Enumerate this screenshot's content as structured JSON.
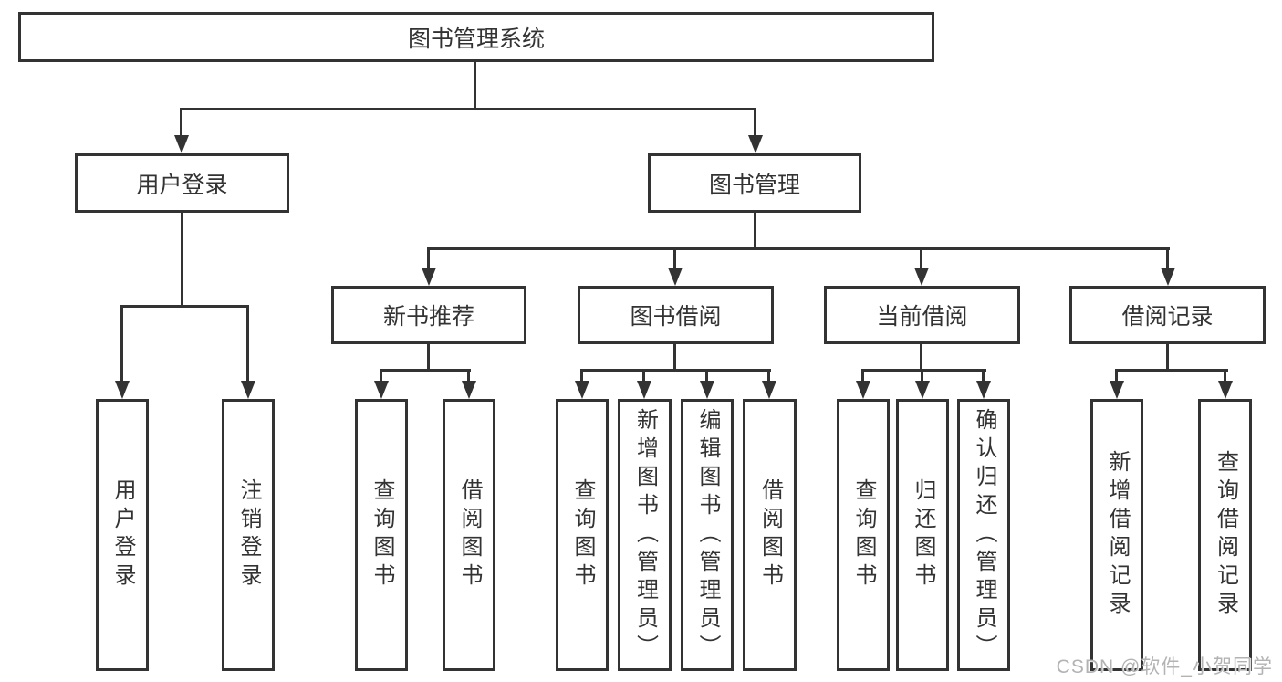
{
  "diagram": {
    "title_node": "图书管理系统",
    "root": {
      "label": "图书管理系统",
      "children": [
        {
          "label": "用户登录",
          "children": [
            {
              "label": "用户登录"
            },
            {
              "label": "注销登录"
            }
          ]
        },
        {
          "label": "图书管理",
          "children": [
            {
              "label": "新书推荐",
              "children": [
                {
                  "label": "查询图书"
                },
                {
                  "label": "借阅图书"
                }
              ]
            },
            {
              "label": "图书借阅",
              "children": [
                {
                  "label": "查询图书"
                },
                {
                  "label": "新增图书（管理员）"
                },
                {
                  "label": "编辑图书（管理员）"
                },
                {
                  "label": "借阅图书"
                }
              ]
            },
            {
              "label": "当前借阅",
              "children": [
                {
                  "label": "查询图书"
                },
                {
                  "label": "归还图书"
                },
                {
                  "label": "确认归还（管理员）"
                }
              ]
            },
            {
              "label": "借阅记录",
              "children": [
                {
                  "label": "新增借阅记录"
                },
                {
                  "label": "查询借阅记录"
                }
              ]
            }
          ]
        }
      ]
    },
    "watermark": "CSDN @软件_小贺同学",
    "colors": {
      "line": "#333333",
      "text": "#333333",
      "box_background": "#ffffff",
      "watermark": "#b3b3b3"
    }
  }
}
